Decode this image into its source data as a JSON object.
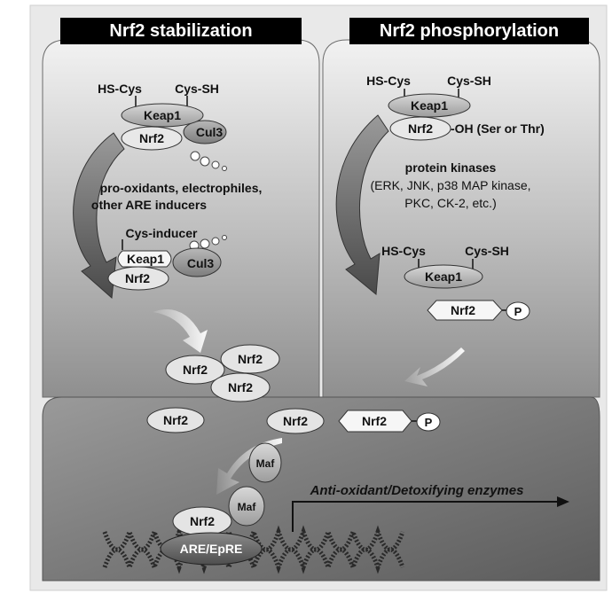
{
  "left_panel": {
    "title": "Nrf2 stabilization",
    "hs_cys": "HS-Cys",
    "cys_sh": "Cys-SH",
    "keap1": "Keap1",
    "nrf2": "Nrf2",
    "cul3": "Cul3",
    "inducers": [
      "pro-oxidants, electrophiles,",
      "other ARE inducers"
    ],
    "cys_inducer": "Cys-inducer",
    "keap1_b": "Keap1",
    "cul3_b": "Cul3",
    "nrf2_b": "Nrf2"
  },
  "right_panel": {
    "title": "Nrf2 phosphorylation",
    "hs_cys": "HS-Cys",
    "cys_sh": "Cys-SH",
    "keap1": "Keap1",
    "nrf2": "Nrf2",
    "oh_label": "-OH (Ser or Thr)",
    "kinases": [
      "protein kinases",
      "(ERK, JNK, p38 MAP kinase,",
      "PKC, CK-2, etc.)"
    ],
    "hs_cys_b": "HS-Cys",
    "cys_sh_b": "Cys-SH",
    "keap1_b": "Keap1",
    "nrf2_p": "Nrf2",
    "p": "P"
  },
  "nucleus": {
    "nrf2_cluster": [
      "Nrf2",
      "Nrf2",
      "Nrf2"
    ],
    "nrf2_row": [
      "Nrf2",
      "Nrf2"
    ],
    "nrf2_p": "Nrf2",
    "p": "P",
    "maf_top": "Maf",
    "maf_bottom": "Maf",
    "nrf2_bound": "Nrf2",
    "are": "ARE/EpRE",
    "enzymes": "Anti-oxidant/Detoxifying enzymes"
  }
}
